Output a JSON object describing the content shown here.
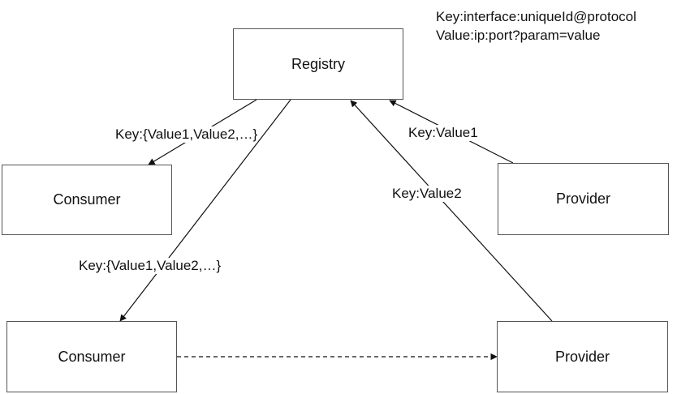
{
  "legend": {
    "key_line": "Key:interface:uniqueId@protocol",
    "value_line": "Value:ip:port?param=value"
  },
  "nodes": {
    "registry": "Registry",
    "consumer_top": "Consumer",
    "consumer_bottom": "Consumer",
    "provider_top": "Provider",
    "provider_bottom": "Provider"
  },
  "edge_labels": {
    "registry_to_consumer_top": "Key:{Value1,Value2,…}",
    "registry_to_consumer_bottom": "Key:{Value1,Value2,…}",
    "provider_top_to_registry": "Key:Value1",
    "provider_bottom_to_registry": "Key:Value2"
  }
}
